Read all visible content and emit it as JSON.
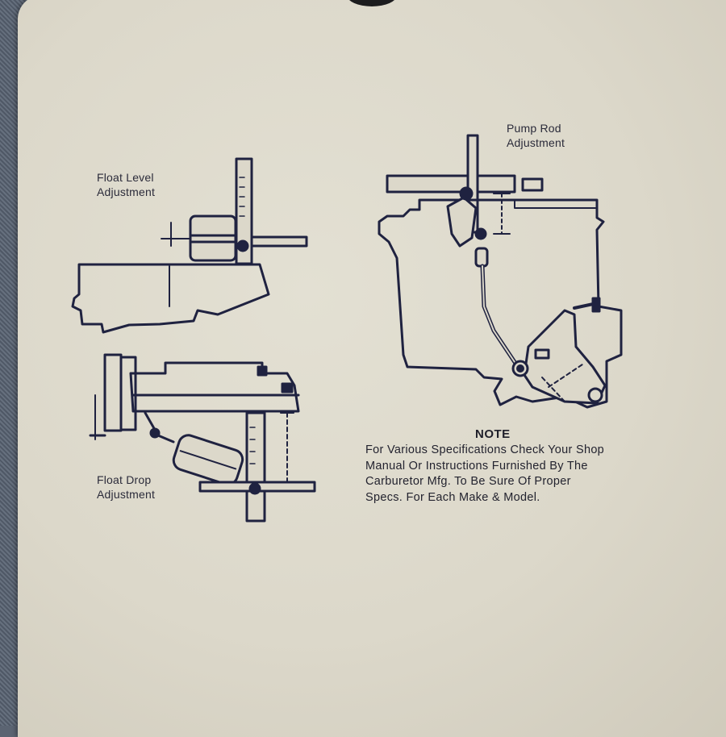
{
  "labels": {
    "float_level": [
      "Float Level",
      "Adjustment"
    ],
    "pump_rod": [
      "Pump Rod",
      "Adjustment"
    ],
    "float_drop": [
      "Float Drop",
      "Adjustment"
    ]
  },
  "note": {
    "title": "NOTE",
    "lines": [
      "For Various Specifications Check Your Shop",
      "Manual Or Instructions Furnished By The",
      "Carburetor Mfg. To Be Sure Of Proper",
      "Specs. For Each Make & Model."
    ]
  },
  "colors": {
    "ink": "#1f2240",
    "paper": "#dcd8ca",
    "background": "#5b6472"
  }
}
